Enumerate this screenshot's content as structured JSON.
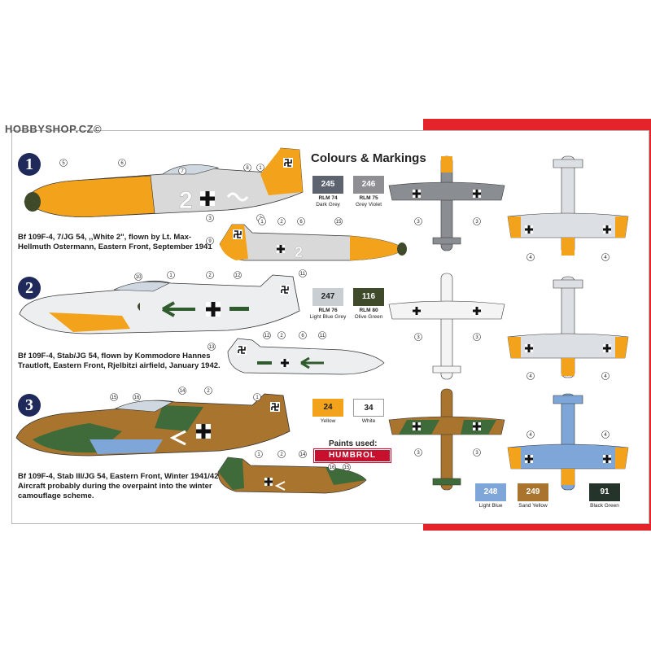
{
  "watermark": "HOBBYSHOP.CZ©",
  "title": "Colours & Markings",
  "schemes": [
    {
      "badge": "1",
      "caption": "Bf 109F-4, 7/JG 54, ,,White 2\", flown by Lt. Max-Hellmuth Ostermann, Eastern Front, September 1941"
    },
    {
      "badge": "2",
      "caption": "Bf 109F-4, Stab/JG 54, flown by Kommodore Hannes Trautloft,  Eastern Front, Rjelbitzi airfield, January 1942."
    },
    {
      "badge": "3",
      "caption": "Bf 109F-4, Stab III/JG 54, Eastern Front, Winter 1941/42. Aircraft probably during the overpaint into the winter camouflage scheme."
    }
  ],
  "swatches": [
    {
      "code": "245",
      "name": "RLM 74",
      "desc": "Dark Grey",
      "color": "#5d6470",
      "text": "#ffffff"
    },
    {
      "code": "246",
      "name": "RLM 75",
      "desc": "Grey Violet",
      "color": "#8e8e93",
      "text": "#ffffff"
    },
    {
      "code": "247",
      "name": "RLM 76",
      "desc": "Light Blue Grey",
      "color": "#c9ced3",
      "text": "#222222"
    },
    {
      "code": "116",
      "name": "RLM 80",
      "desc": "Olive Green",
      "color": "#3e4a2a",
      "text": "#ffffff"
    },
    {
      "code": "24",
      "name": "",
      "desc": "Yellow",
      "color": "#f3a21c",
      "text": "#222222"
    },
    {
      "code": "34",
      "name": "",
      "desc": "White",
      "color": "#ffffff",
      "text": "#222222"
    },
    {
      "code": "248",
      "name": "",
      "desc": "Light Blue",
      "color": "#7fa6d8",
      "text": "#ffffff"
    },
    {
      "code": "249",
      "name": "",
      "desc": "Sand Yellow",
      "color": "#a8742e",
      "text": "#ffffff"
    },
    {
      "code": "91",
      "name": "",
      "desc": "Black Green",
      "color": "#24342a",
      "text": "#ffffff"
    }
  ],
  "paints_label": "Paints used:",
  "paints_brand": "HUMBROL",
  "callouts": {
    "s1_side": [
      "5",
      "6",
      "7",
      "8",
      "1",
      "2",
      "3"
    ],
    "s1_small": [
      "9",
      "1",
      "2",
      "6",
      "15"
    ],
    "s2_side": [
      "10",
      "1",
      "2",
      "12",
      "11"
    ],
    "s2_small": [
      "13",
      "12",
      "2",
      "6",
      "11"
    ],
    "s3_side": [
      "15",
      "16",
      "14",
      "2",
      "1"
    ],
    "s3_small": [
      "1",
      "2",
      "14",
      "16",
      "15"
    ],
    "plan": [
      "3",
      "4"
    ]
  },
  "fuselage_number": "2",
  "colors": {
    "red_band": "#e4232a",
    "badge": "#1f2a5a",
    "humbrol": "#c8102e"
  }
}
